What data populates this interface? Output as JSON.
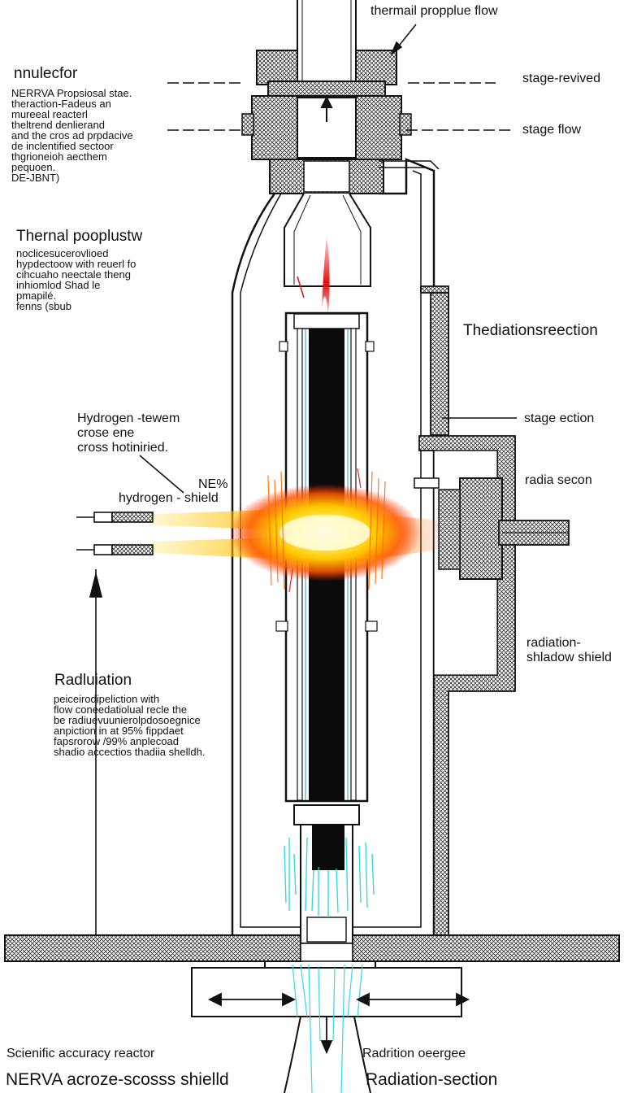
{
  "labels": {
    "top_flow": "thermail propplue flow",
    "stage_revived": "stage-revived",
    "stage_flow": "stage flow",
    "heading_nuclear": "nnulecfor",
    "nuclear_note": "NERRVA Propsiosal stae.\ntheraction-Fadeus an\nmureeal reacterl\ntheltrend denlierand\nand the cros ad prpdacive\nde inclentified sectoor\nthgrioneioh aecthem\npequoen.\nDE-JBNT)",
    "heading_thermal": "Thernal pooplustw",
    "thermal_note": "noclicesucerovlioed\nhypdectoow with reuerl fo\ncihcuaho neectale theng\ninhiomlod Shad le\npmapilé.\nfenns (sbub",
    "radiations_reection": "Thediationsreection",
    "hydrogen_note": "Hydrogen -tewem\ncrose ene\ncross hotiniried.",
    "ne_pct": "NE%",
    "hydrogen_shield": "hydrogen - shield",
    "stage_ection": "stage ection",
    "radia_secon": "radia secon",
    "radiation_shadow": "radiation-\nshladow shield",
    "heading_radiation": "Radluiation",
    "radiation_note": "peiceirodipeliction with\nflow coneedatiolual recle the\nbe radiuevuunierolpdosoegnice\nanpiction in at 95% fippdaet\nfapsrorow /99% anplecoad\nshadio accectios thadiia shelldh.",
    "bottom_left_small": "Scienific accuracy reactor",
    "bottom_left_large": "NERVA acroze-scosss shielld",
    "bottom_right_small": "Radrition oeergee",
    "bottom_right_large": "Radiation-section"
  },
  "colors": {
    "line": "#111111",
    "core": "#0b0b0b",
    "hatch": "#3a3a3a",
    "glow_inner": "#fff7a0",
    "glow_mid": "#ffd400",
    "glow_outer": "#ff3a00",
    "exhaust": "#22d3e6",
    "red_streak": "#e01010"
  }
}
